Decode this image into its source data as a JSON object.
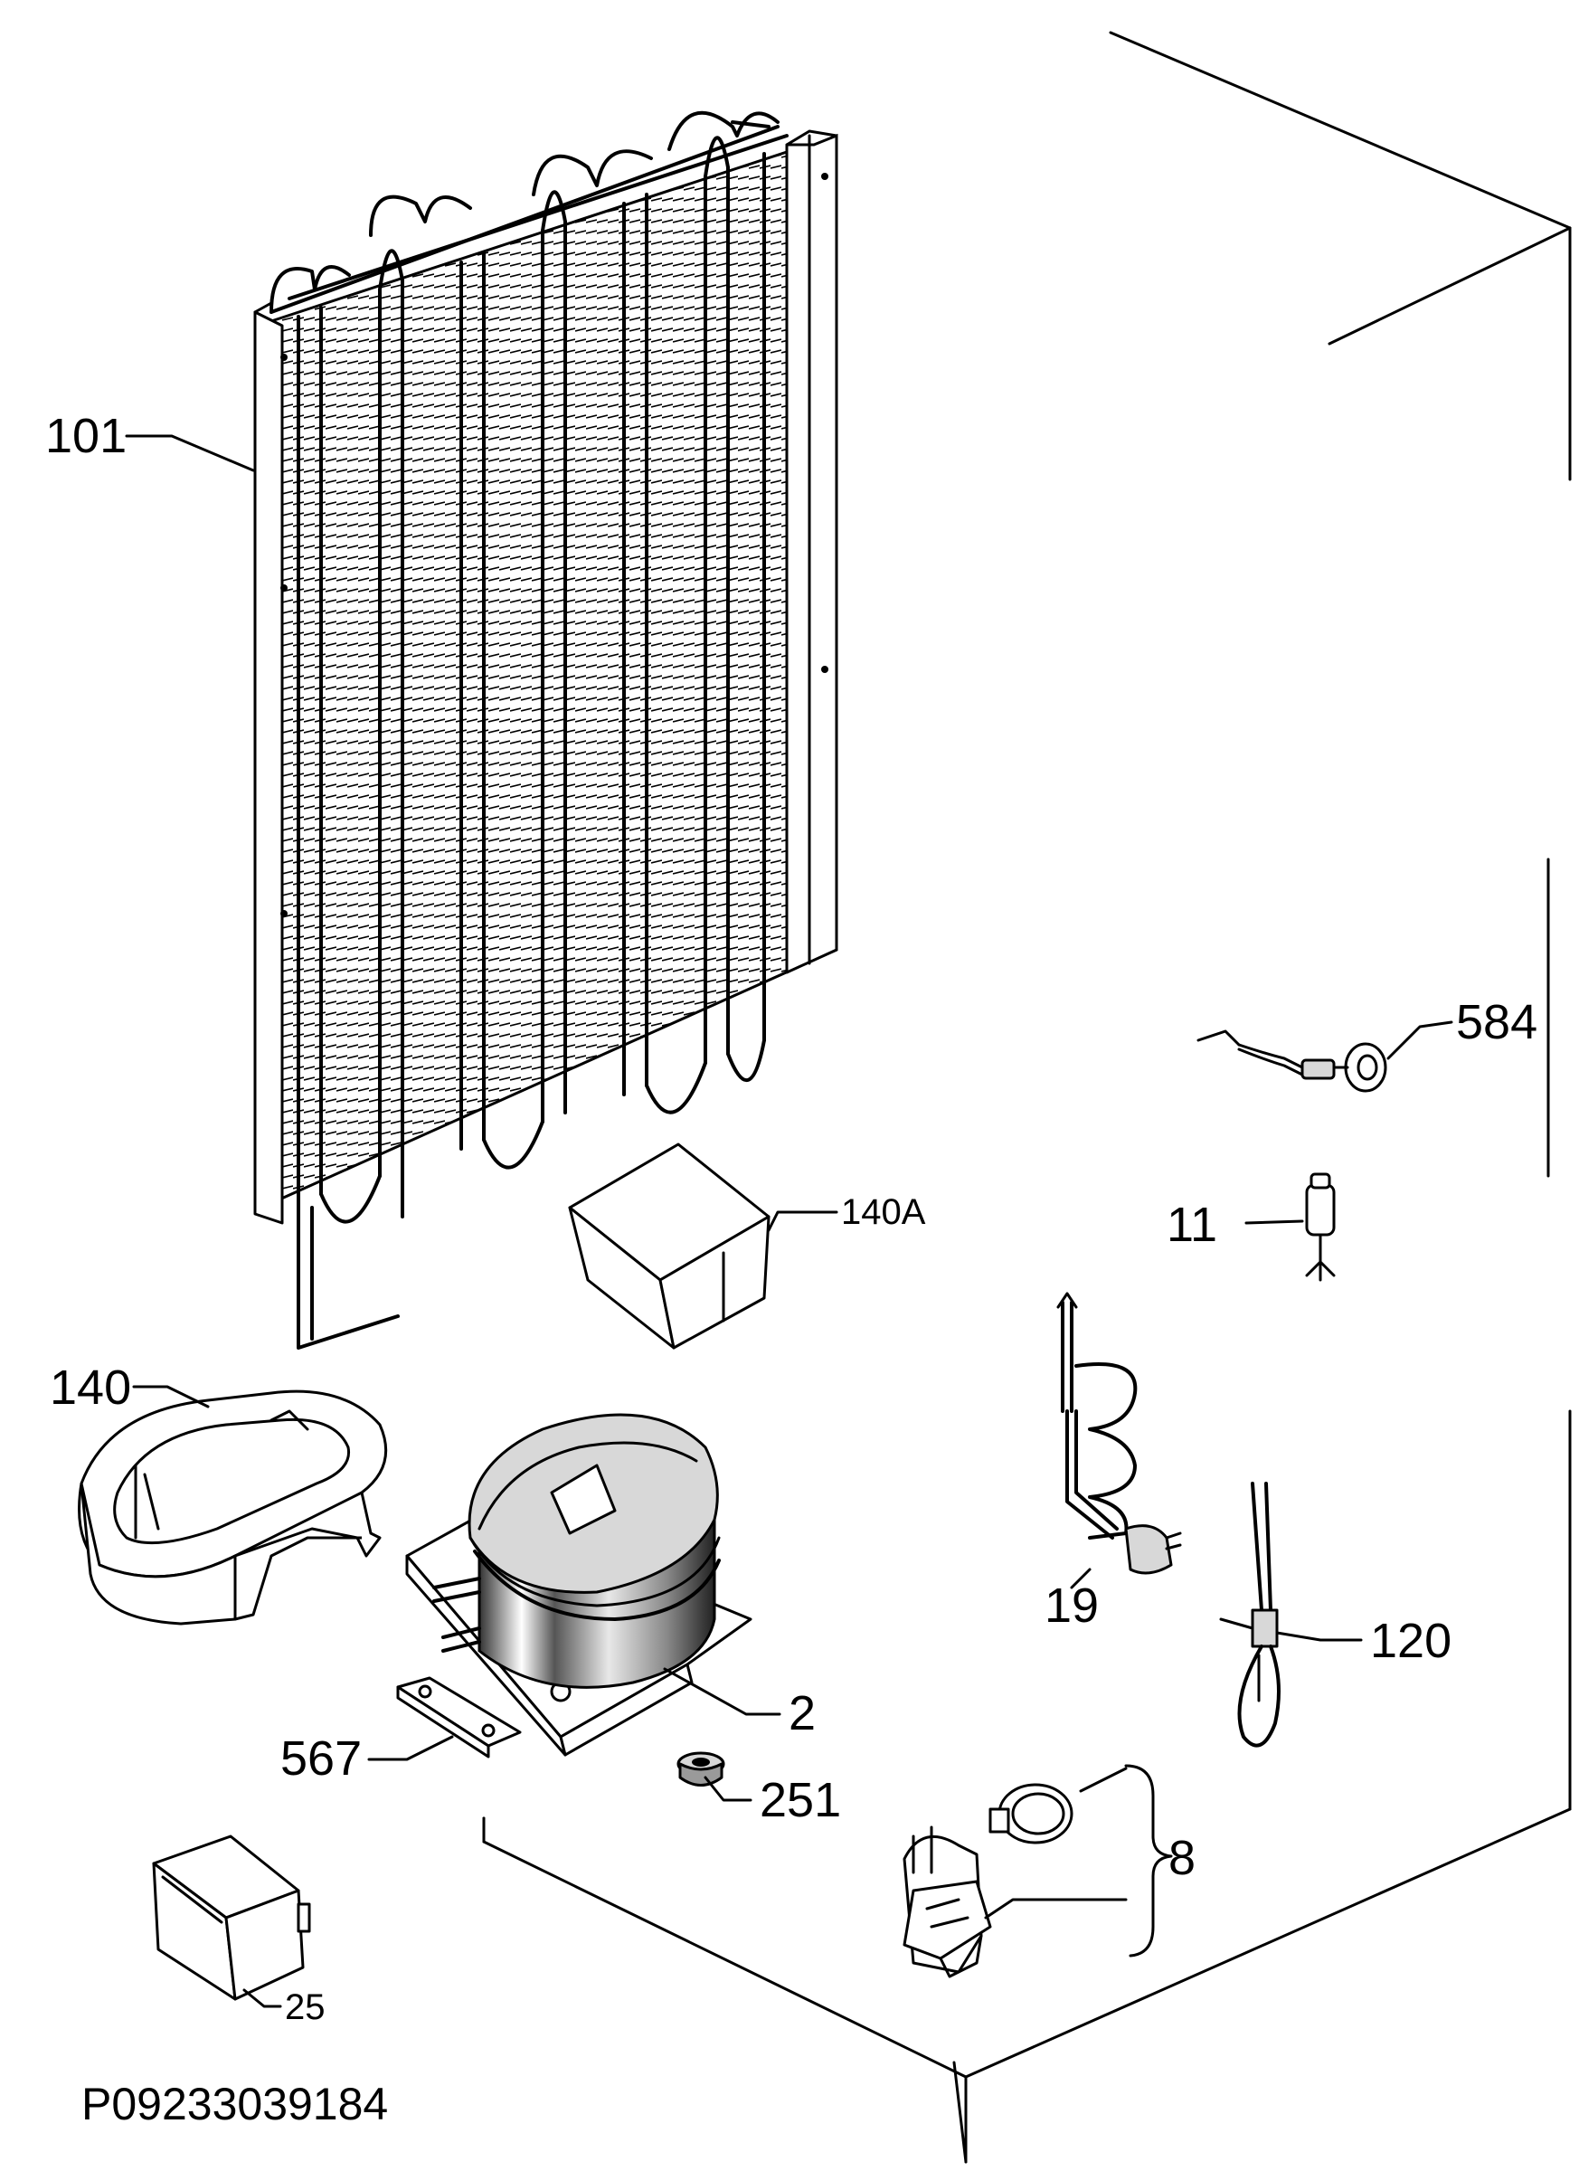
{
  "drawing_code": "P09233039184",
  "callouts": {
    "condenser": "101",
    "cover": "140A",
    "drip_tray": "140",
    "compressor": "2",
    "mounting_plate": "567",
    "grommet": "251",
    "relay_box": "25",
    "power_cord": "19",
    "connector": "584",
    "filter_drier": "11",
    "wire_harness": "120",
    "starter_relay": "8"
  }
}
